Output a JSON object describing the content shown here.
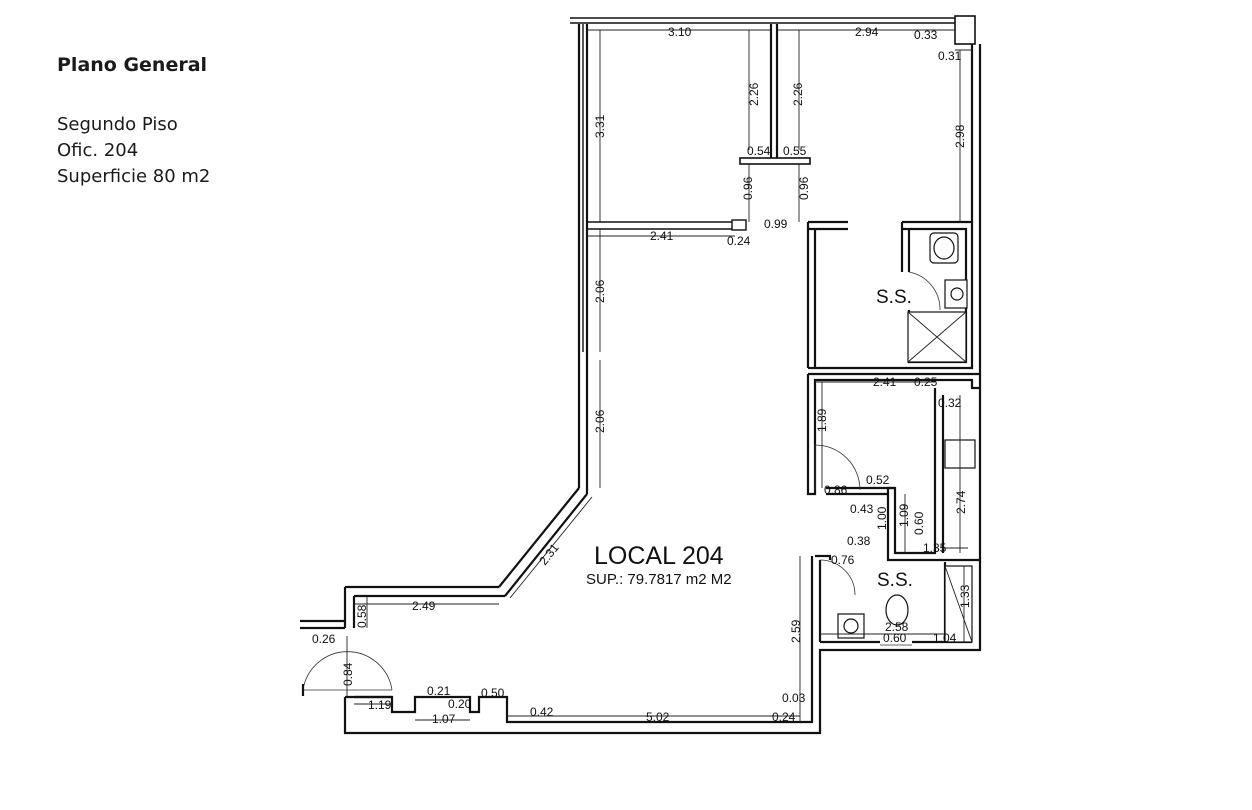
{
  "info": {
    "title": "Plano General",
    "floor": "Segundo Piso",
    "office": "Ofic. 204",
    "area": "Superficie 80 m2"
  },
  "plan": {
    "room_name": "LOCAL 204",
    "room_area": "SUP.: 79.7817 m2 M2",
    "bath_label": "S.S.",
    "dimensions": {
      "d_310": "3.10",
      "d_294": "2.94",
      "d_033": "0.33",
      "d_031": "0.31",
      "d_226a": "2.26",
      "d_226b": "2.26",
      "d_331": "3.31",
      "d_298": "2.98",
      "d_054": "0.54",
      "d_055": "0.55",
      "d_096a": "0.96",
      "d_096b": "0.96",
      "d_099": "0.99",
      "d_241a": "2.41",
      "d_024a": "0.24",
      "d_206a": "2.06",
      "d_206b": "2.06",
      "d_241b": "2.41",
      "d_025": "0.25",
      "d_032": "0.32",
      "d_189": "1.89",
      "d_052": "0.52",
      "d_086": "0.86",
      "d_043": "0.43",
      "d_100": "1.00",
      "d_109": "1.09",
      "d_060a": "0.60",
      "d_274": "2.74",
      "d_135": "1.35",
      "d_038": "0.38",
      "d_076": "0.76",
      "d_231": "2.31",
      "d_058": "0.58",
      "d_249": "2.49",
      "d_026": "0.26",
      "d_084": "0.84",
      "d_133": "1.33",
      "d_258": "2.58",
      "d_060b": "0.60",
      "d_104": "1.04",
      "d_259": "2.59",
      "d_021": "0.21",
      "d_020": "0.20",
      "d_050": "0.50",
      "d_119": "1.19",
      "d_107": "1.07",
      "d_042": "0.42",
      "d_502": "5.02",
      "d_003": "0.03",
      "d_024b": "0.24"
    }
  }
}
